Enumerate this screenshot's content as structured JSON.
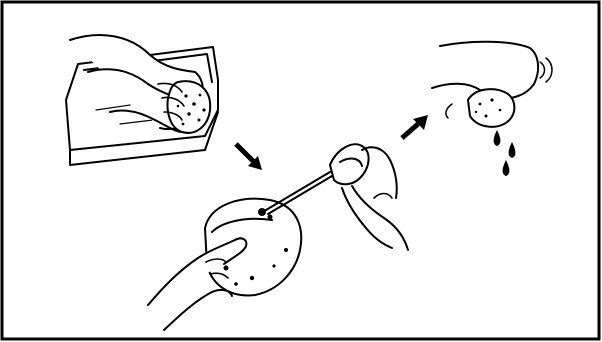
{
  "illustration": {
    "steps": [
      {
        "step": 1,
        "action": "wash-filter-in-tray"
      },
      {
        "step": 2,
        "action": "oil-filter-with-oil-can"
      },
      {
        "step": 3,
        "action": "squeeze-out-excess-oil"
      }
    ],
    "arrows": [
      {
        "from": 1,
        "to": 2,
        "direction": "down-right"
      },
      {
        "from": 2,
        "to": 3,
        "direction": "up-right"
      }
    ],
    "line_color": "#000000",
    "background": "#ffffff"
  }
}
